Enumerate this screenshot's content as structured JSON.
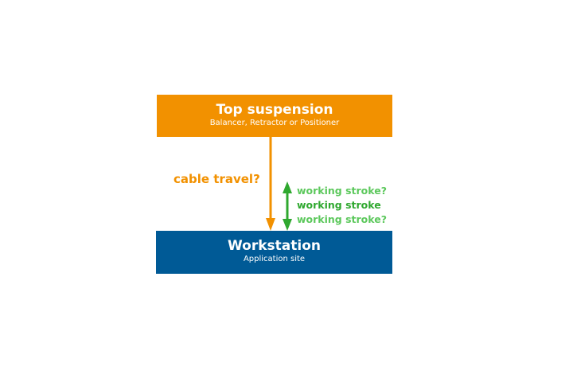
{
  "top_box": {
    "title": "Top suspension",
    "subtitle": "Balancer, Retractor or Positioner",
    "color": "#f29100"
  },
  "bottom_box": {
    "title": "Workstation",
    "subtitle": "Application site",
    "color": "#005a96"
  },
  "cable_label": "cable travel?",
  "stroke_labels": [
    "working stroke?",
    "working stroke",
    "working stroke?"
  ]
}
